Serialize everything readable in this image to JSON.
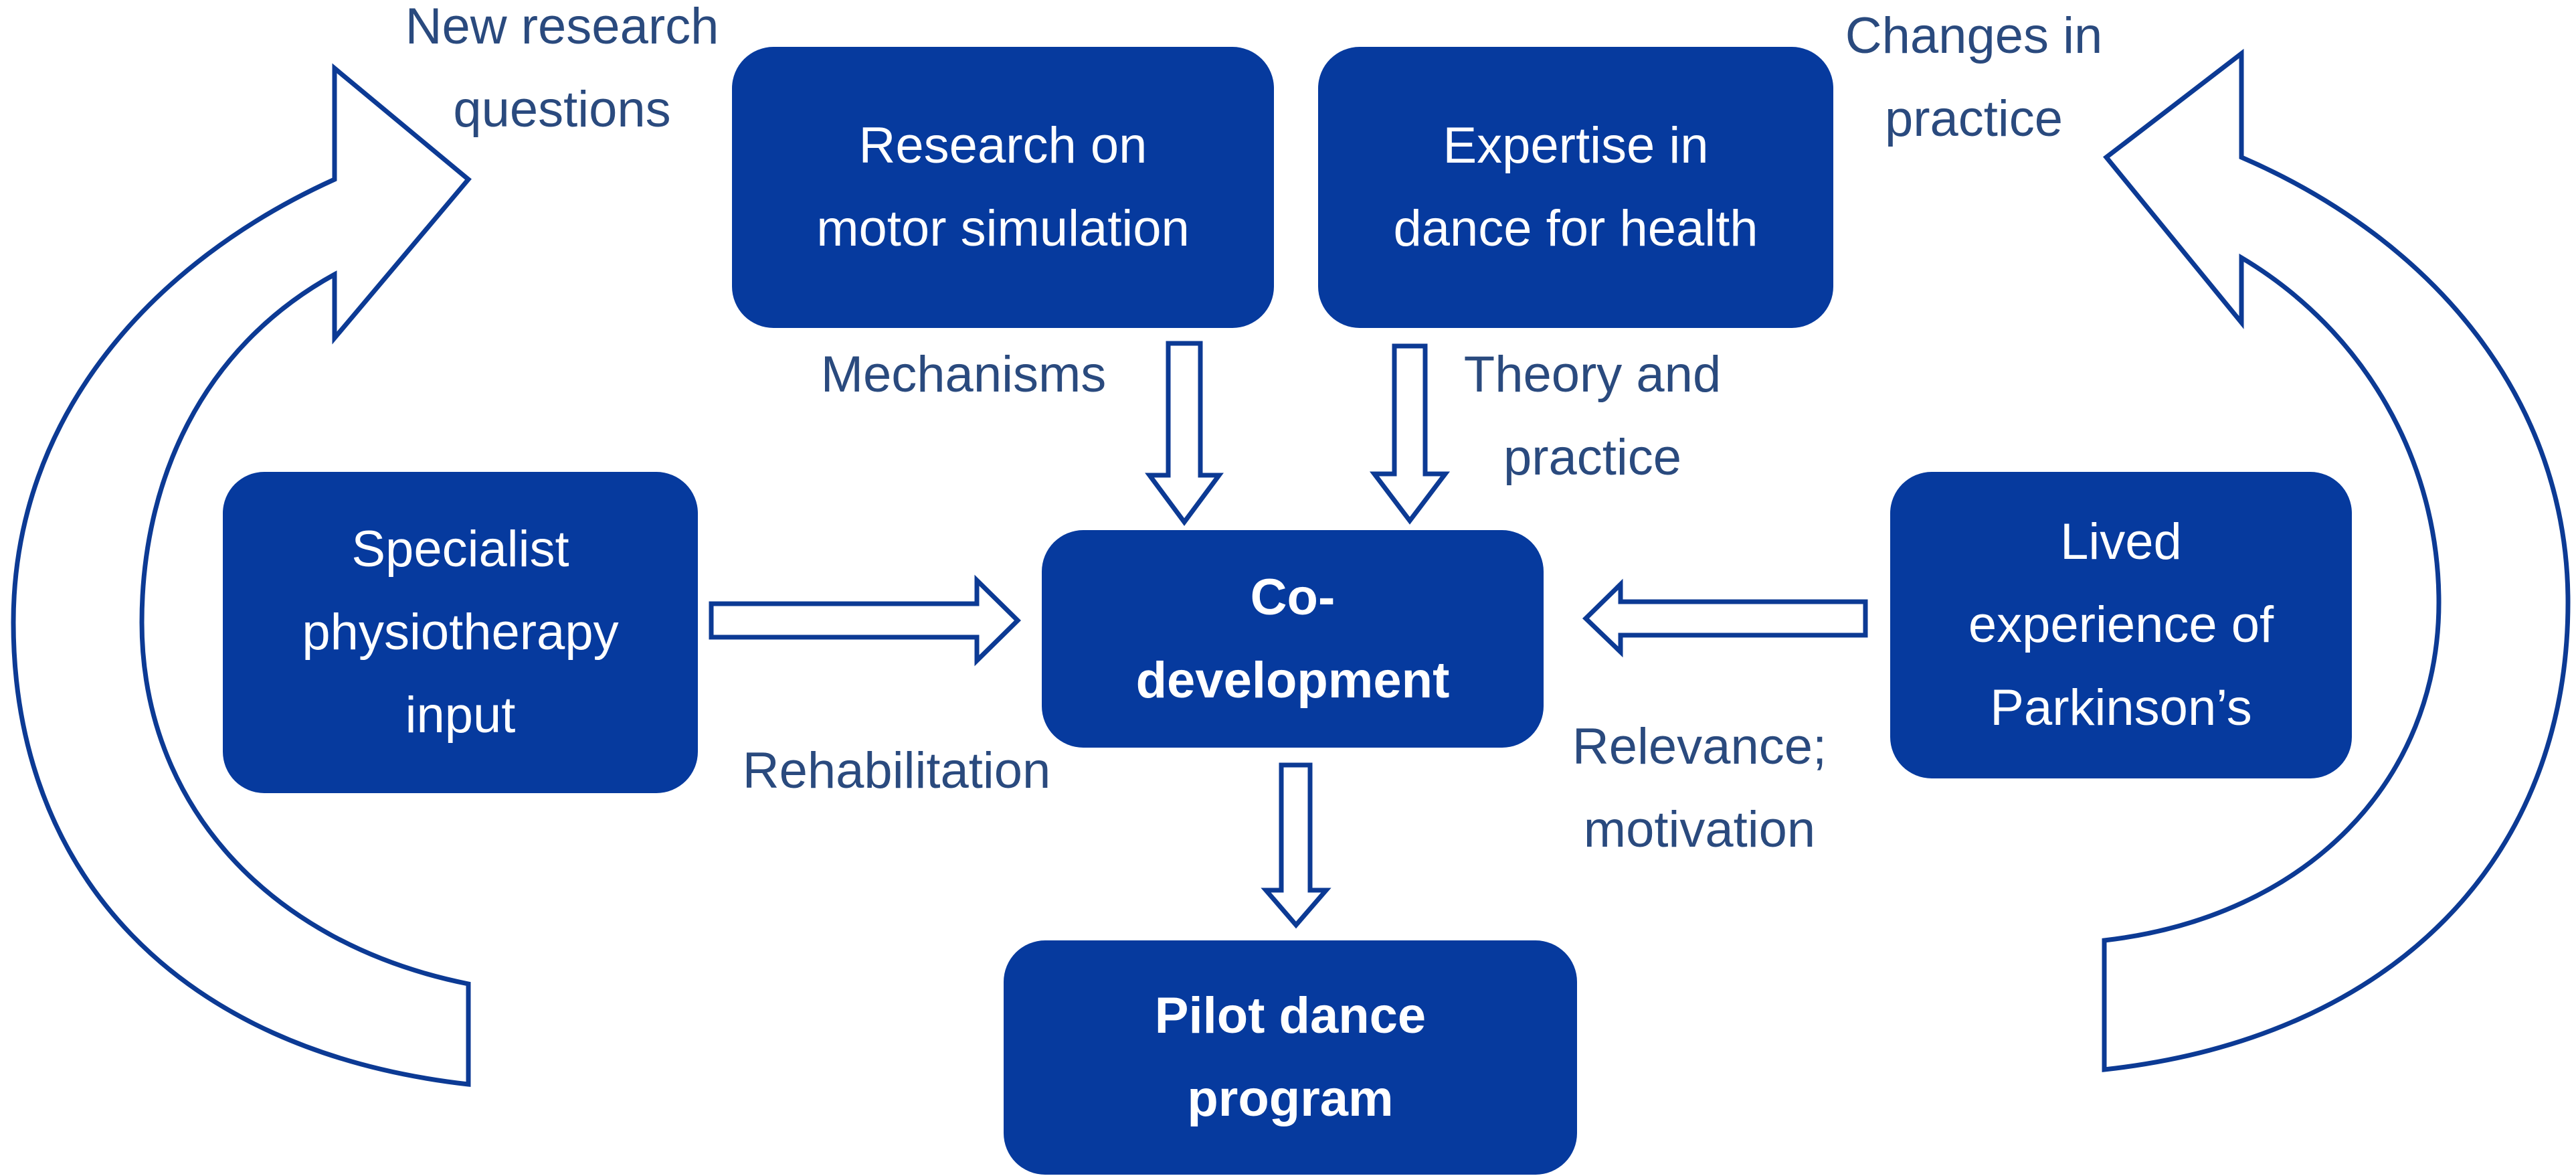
{
  "colors": {
    "box_fill": "#063A9E",
    "arrow_stroke": "#0C3A94",
    "label_text": "#2A4A7E",
    "box_text": "#FFFFFF"
  },
  "boxes": {
    "research": {
      "line1": "Research on",
      "line2": "motor simulation"
    },
    "expertise": {
      "line1": "Expertise in",
      "line2": "dance for health"
    },
    "physio": {
      "line1": "Specialist",
      "line2": "physiotherapy",
      "line3": "input"
    },
    "codev": {
      "line1": "Co-",
      "line2": "development"
    },
    "lived": {
      "line1": "Lived",
      "line2": "experience of",
      "line3": "Parkinson’s"
    },
    "pilot": {
      "line1": "Pilot dance",
      "line2": "program"
    }
  },
  "labels": {
    "new_research": {
      "line1": "New research",
      "line2": "questions"
    },
    "changes": {
      "line1": "Changes in",
      "line2": "practice"
    },
    "mechanisms": "Mechanisms",
    "theory": {
      "line1": "Theory and",
      "line2": "practice"
    },
    "rehabilitation": "Rehabilitation",
    "relevance": {
      "line1": "Relevance;",
      "line2": "motivation"
    }
  }
}
